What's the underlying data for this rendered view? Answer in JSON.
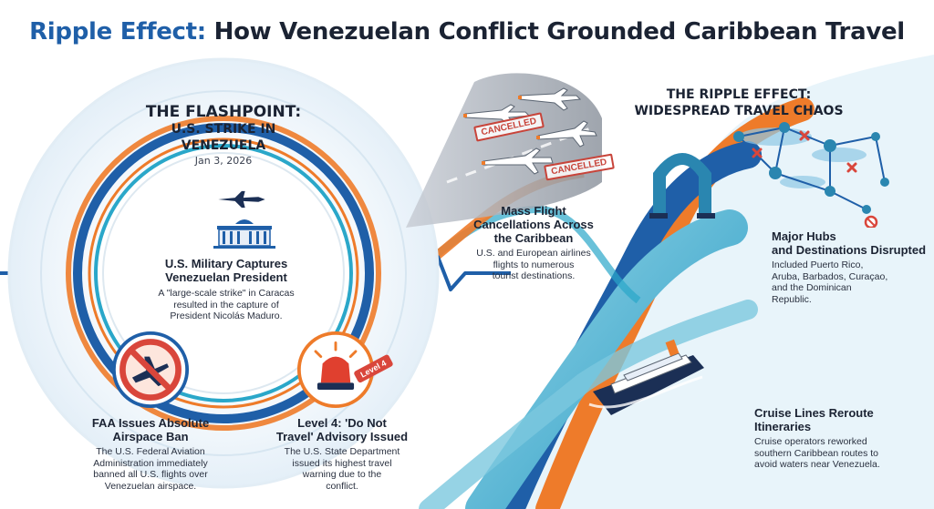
{
  "title": {
    "part1": "Ripple Effect:",
    "part2": "How Venezuelan Conflict Grounded Caribbean Travel"
  },
  "flashpoint": {
    "line1": "THE FLASHPOINT:",
    "line2": "U.S. STRIKE IN VENEZUELA",
    "date": "Jan 3, 2026"
  },
  "capture": {
    "heading_line1": "U.S. Military Captures",
    "heading_line2": "Venezuelan President",
    "body_line1": "A \"large-scale strike\" in Caracas",
    "body_line2": "resulted in the capture of",
    "body_line3": "President Nicolás Maduro."
  },
  "faa": {
    "heading_line1": "FAA Issues Absolute",
    "heading_line2": "Airspace Ban",
    "body_line1": "The U.S. Federal Aviation",
    "body_line2": "Administration immediately",
    "body_line3": "banned all U.S. flights over",
    "body_line4": "Venezuelan airspace."
  },
  "advisory": {
    "tag": "Level 4",
    "heading_line1": "Level 4: 'Do Not",
    "heading_line2": "Travel' Advisory Issued",
    "body_line1": "The U.S. State Department",
    "body_line2": "issued its highest travel",
    "body_line3": "warning due to the",
    "body_line4": "conflict."
  },
  "cancellations": {
    "stamp": "CANCELLED",
    "heading_line1": "Mass Flight",
    "heading_line2": "Cancellations Across",
    "heading_line3": "the Caribbean",
    "body_line1": "U.S. and European airlines",
    "body_line2": "flights to numerous",
    "body_line3": "tourist destinations."
  },
  "ripple": {
    "line1": "THE RIPPLE EFFECT:",
    "line2": "WIDESPREAD TRAVEL CHAOS"
  },
  "hubs": {
    "heading_line1": "Major Hubs",
    "heading_line2": "and Destinations Disrupted",
    "body_line1": "Included Puerto Rico,",
    "body_line2": "Aruba, Barbados, Curaçao,",
    "body_line3": "and the Dominican",
    "body_line4": "Republic."
  },
  "cruise": {
    "heading_line1": "Cruise Lines Reroute",
    "heading_line2": "Itineraries",
    "body_line1": "Cruise operators reworked",
    "body_line2": "southern Caribbean routes to",
    "body_line3": "avoid waters near Venezuela."
  },
  "colors": {
    "navy": "#1f5fa8",
    "orange": "#ee7b2a",
    "teal": "#2aa7c9",
    "red": "#d9463b",
    "dark": "#1b2333"
  }
}
